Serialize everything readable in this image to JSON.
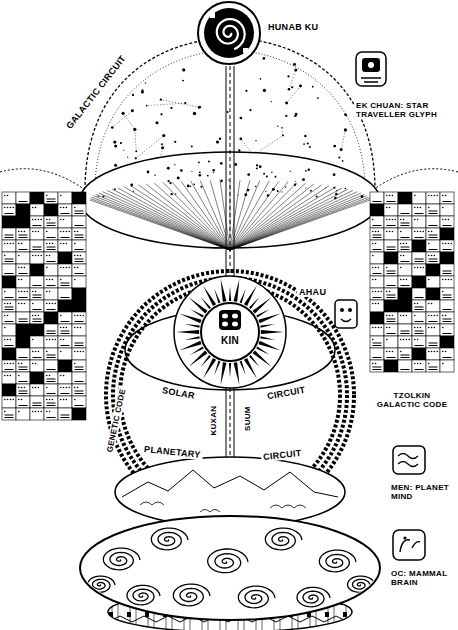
{
  "diagram": {
    "nodes": [
      {
        "text": [
          "HUNAB KU"
        ]
      },
      {
        "text": [
          "KIN"
        ]
      }
    ],
    "labels": [
      "GALACTIC CIRCUIT",
      "EK CHUAN: STAR TRAVELLER GLYPH",
      "AHAU",
      "SOLAR",
      "CIRCUIT",
      "GENETIC CODE",
      "KUXAN",
      "SUUM",
      "TZOLKIN GALACTIC CODE",
      "PLANETARY",
      "CIRCUIT",
      "MEN: PLANET MIND",
      "OC: MAMMAL BRAIN"
    ]
  }
}
